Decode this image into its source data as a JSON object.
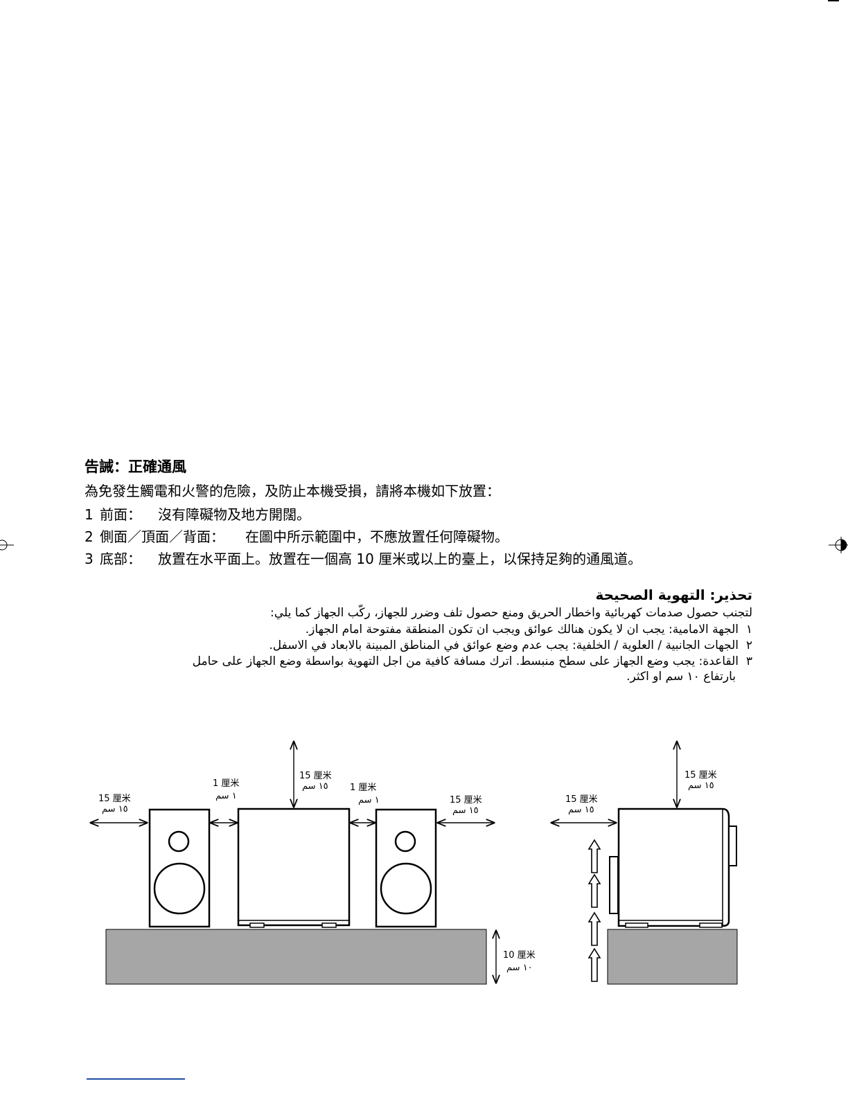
{
  "chinese": {
    "title": "告誡：正確通風",
    "intro": "為免發生觸電和火警的危險，及防止本機受損，請將本機如下放置：",
    "items": [
      {
        "num": "1",
        "label": "前面：",
        "text": "沒有障礙物及地方開闊。"
      },
      {
        "num": "2",
        "label": "側面／頂面／背面：",
        "text": "在圖中所示範圍中，不應放置任何障礙物。"
      },
      {
        "num": "3",
        "label": "底部：",
        "text": "放置在水平面上。放置在一個高 10 厘米或以上的臺上，以保持足夠的通風道。"
      }
    ]
  },
  "arabic": {
    "title": "تحذير: التهوية الصحيحة",
    "intro": "لتجنب حصول صدمات كهربائية واخطار الحريق ومنع حصول تلف وضرر للجهاز، ركّب الجهاز كما يلي:",
    "items": [
      {
        "num": "١",
        "text": "الجهة الامامية:       يجب ان لا يكون هنالك عوائق ويجب ان تكون المنطقة مفتوحة امام الجهاز."
      },
      {
        "num": "٢",
        "text": "الجهات الجانبية / العلوية / الخلفية: يجب عدم وضع عوائق في المناطق المبينة بالابعاد في الاسفل."
      },
      {
        "num": "٣",
        "text": "القاعدة: يجب وضع الجهاز على سطح منبسط. اترك مسافة كافية من اجل التهوية بواسطة وضع الجهاز على حامل"
      }
    ],
    "item3_continued": "بارتفاع ١٠ سم او اكثر."
  },
  "diagram": {
    "front_view": {
      "left_side": {
        "zh": "15 厘米",
        "ar": "١٥ سم"
      },
      "left_gap": {
        "zh": "1 厘米",
        "ar": "١ سم"
      },
      "top": {
        "zh": "15 厘米",
        "ar": "١٥ سم"
      },
      "right_gap": {
        "zh": "1 厘米",
        "ar": "١ سم"
      },
      "right_side": {
        "zh": "15 厘米",
        "ar": "١٥ سم"
      },
      "stand_height": {
        "zh": "10 厘米",
        "ar": "١٠ سم"
      }
    },
    "side_view": {
      "top": {
        "zh": "15 厘米",
        "ar": "١٥ سم"
      },
      "back": {
        "zh": "15 厘米",
        "ar": "١٥ سم"
      }
    },
    "colors": {
      "stand": "#a6a6a6",
      "line": "#000000",
      "footer_rule": "#1f4fa8"
    }
  }
}
